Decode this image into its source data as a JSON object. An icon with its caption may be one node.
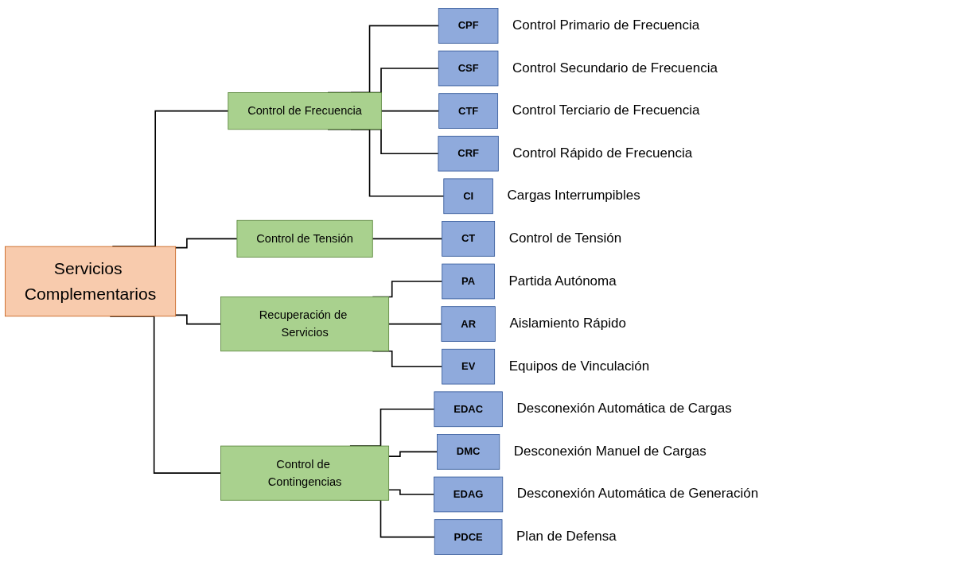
{
  "diagram": {
    "nodes": [
      {
        "text": [
          "Servicios Complementarios"
        ]
      },
      {
        "text": [
          "Control de Frecuencia"
        ]
      },
      {
        "text": [
          "CPF"
        ],
        "beside": [
          "Control Primario de Frecuencia"
        ]
      },
      {
        "text": [
          "CSF"
        ],
        "beside": [
          "Control Secundario de Frecuencia"
        ]
      },
      {
        "text": [
          "CTF"
        ],
        "beside": [
          "Control Terciario de Frecuencia"
        ]
      },
      {
        "text": [
          "CRF"
        ],
        "beside": [
          "Control Rápido de Frecuencia"
        ]
      },
      {
        "text": [
          "CI"
        ],
        "beside": [
          "Cargas Interrumpibles"
        ]
      },
      {
        "text": [
          "Control de Tensión"
        ]
      },
      {
        "text": [
          "CT"
        ],
        "beside": [
          "Control de Tensión"
        ]
      },
      {
        "text": [
          "Recuperación de Servicios"
        ]
      },
      {
        "text": [
          "PA"
        ],
        "beside": [
          "Partida Autónoma"
        ]
      },
      {
        "text": [
          "AR"
        ],
        "beside": [
          "Aislamiento Rápido"
        ]
      },
      {
        "text": [
          "EV"
        ],
        "beside": [
          "Equipos de Vinculación"
        ]
      },
      {
        "text": [
          "Control de Contingencias"
        ]
      },
      {
        "text": [
          "EDAC"
        ],
        "beside": [
          "Desconexión Automática de Cargas"
        ]
      },
      {
        "text": [
          "DMC"
        ],
        "beside": [
          "Desconexión Manuel de Cargas"
        ]
      },
      {
        "text": [
          "EDAG"
        ],
        "beside": [
          "Desconexión Automática de Generación"
        ]
      },
      {
        "text": [
          "PDCE"
        ],
        "beside": [
          "Plan de Defensa"
        ]
      }
    ],
    "edges": [
      {
        "from": 0,
        "to": 1,
        "arrow": "none"
      },
      {
        "from": 0,
        "to": 7,
        "arrow": "none"
      },
      {
        "from": 0,
        "to": 9,
        "arrow": "none"
      },
      {
        "from": 0,
        "to": 13,
        "arrow": "none"
      },
      {
        "from": 1,
        "to": 2,
        "arrow": "none"
      },
      {
        "from": 1,
        "to": 3,
        "arrow": "none"
      },
      {
        "from": 1,
        "to": 4,
        "arrow": "none"
      },
      {
        "from": 1,
        "to": 5,
        "arrow": "none"
      },
      {
        "from": 1,
        "to": 6,
        "arrow": "none"
      },
      {
        "from": 7,
        "to": 8,
        "arrow": "none"
      },
      {
        "from": 9,
        "to": 10,
        "arrow": "none"
      },
      {
        "from": 9,
        "to": 11,
        "arrow": "none"
      },
      {
        "from": 9,
        "to": 12,
        "arrow": "none"
      },
      {
        "from": 13,
        "to": 14,
        "arrow": "none"
      },
      {
        "from": 13,
        "to": 15,
        "arrow": "none"
      },
      {
        "from": 13,
        "to": 16,
        "arrow": "none"
      },
      {
        "from": 13,
        "to": 17,
        "arrow": "none"
      }
    ]
  }
}
